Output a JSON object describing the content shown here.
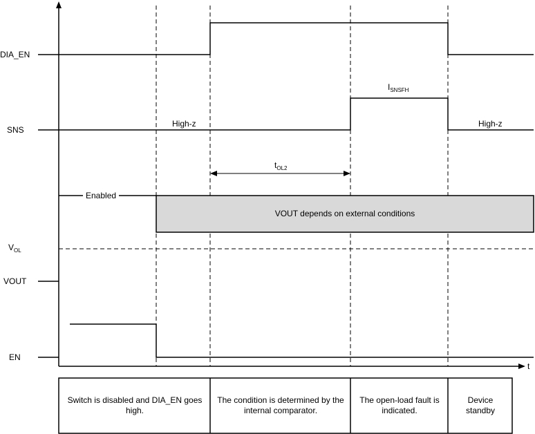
{
  "signals": {
    "dia_en": "DIA_EN",
    "sns": "SNS",
    "vol_main": "V",
    "vol_sub": "OL",
    "vout": "VOUT",
    "en": "EN"
  },
  "time_axis_label": "t",
  "annotations": {
    "high_z_left": "High-z",
    "high_z_right": "High-z",
    "isnsfh_main": "I",
    "isnsfh_sub": "SNSFH",
    "tol2_main": "t",
    "tol2_sub": "OL2",
    "enabled": "Enabled",
    "vout_box": "VOUT depends on external conditions"
  },
  "phases": [
    "Switch is disabled and DIA_EN goes high.",
    "The condition is determined by the internal comparator.",
    "The open-load fault is indicated.",
    "Device standby"
  ]
}
